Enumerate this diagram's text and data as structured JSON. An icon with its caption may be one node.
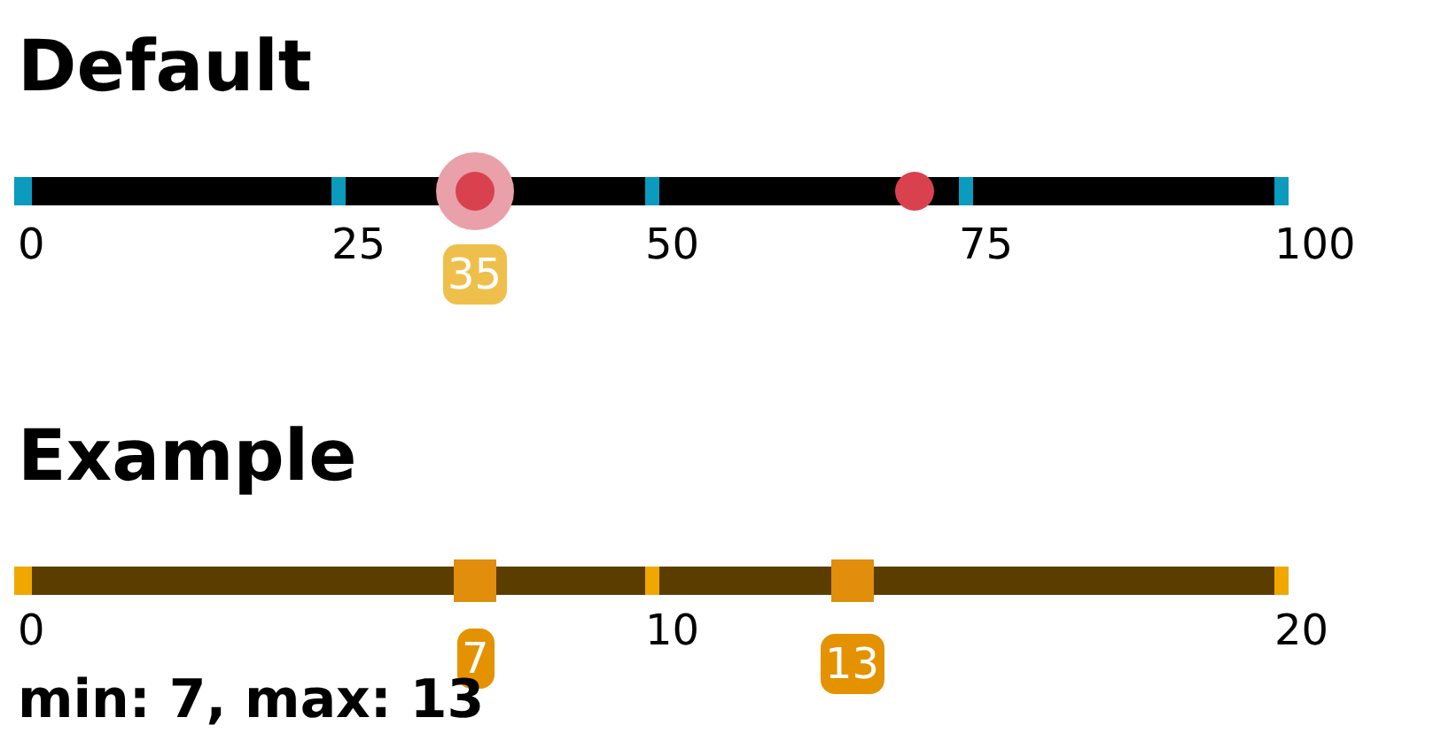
{
  "diagram": {
    "labels": [
      "Default",
      "0",
      "25",
      "50",
      "75",
      "100",
      "35",
      "Example",
      "0",
      "10",
      "20",
      "7",
      "13",
      "min: 7, max: 13"
    ]
  }
}
